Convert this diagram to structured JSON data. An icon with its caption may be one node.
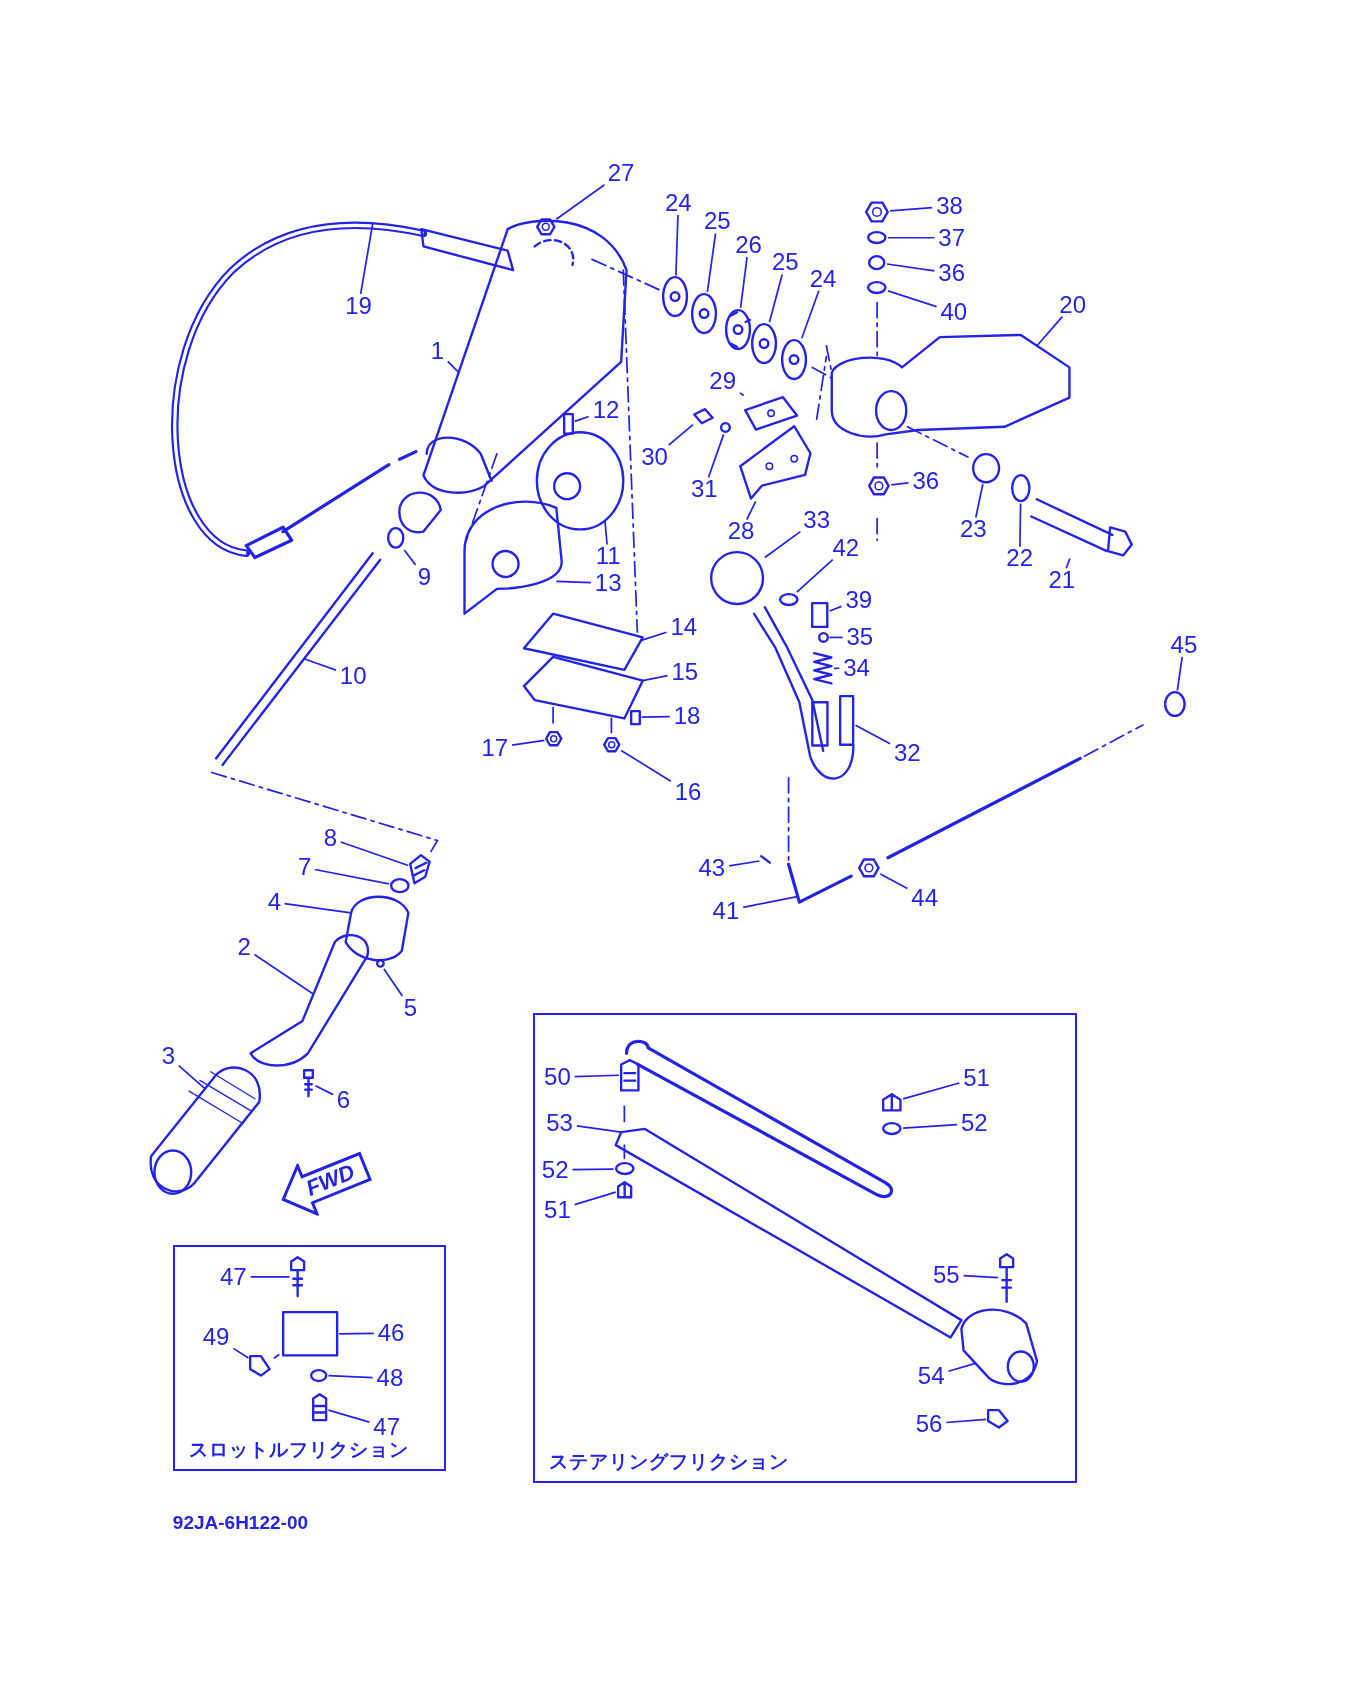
{
  "diagram": {
    "nodes": [
      {
        "text": [
          "27"
        ]
      },
      {
        "text": [
          "38"
        ]
      },
      {
        "text": [
          "24"
        ]
      },
      {
        "text": [
          "25"
        ]
      },
      {
        "text": [
          "37"
        ]
      },
      {
        "text": [
          "26"
        ]
      },
      {
        "text": [
          "25"
        ]
      },
      {
        "text": [
          "36"
        ]
      },
      {
        "text": [
          "24"
        ]
      },
      {
        "text": [
          "19"
        ]
      },
      {
        "text": [
          "20"
        ]
      },
      {
        "text": [
          "40"
        ]
      },
      {
        "text": [
          "1"
        ]
      },
      {
        "text": [
          "29"
        ]
      },
      {
        "text": [
          "12"
        ]
      },
      {
        "text": [
          "30"
        ]
      },
      {
        "text": [
          "36"
        ]
      },
      {
        "text": [
          "31"
        ]
      },
      {
        "text": [
          "28"
        ]
      },
      {
        "text": [
          "33"
        ]
      },
      {
        "text": [
          "23"
        ]
      },
      {
        "text": [
          "42"
        ]
      },
      {
        "text": [
          "11"
        ]
      },
      {
        "text": [
          "9"
        ]
      },
      {
        "text": [
          "13"
        ]
      },
      {
        "text": [
          "22"
        ]
      },
      {
        "text": [
          "21"
        ]
      },
      {
        "text": [
          "39"
        ]
      },
      {
        "text": [
          "14"
        ]
      },
      {
        "text": [
          "35"
        ]
      },
      {
        "text": [
          "45"
        ]
      },
      {
        "text": [
          "34"
        ]
      },
      {
        "text": [
          "15"
        ]
      },
      {
        "text": [
          "10"
        ]
      },
      {
        "text": [
          "18"
        ]
      },
      {
        "text": [
          "17"
        ]
      },
      {
        "text": [
          "32"
        ]
      },
      {
        "text": [
          "16"
        ]
      },
      {
        "text": [
          "8"
        ]
      },
      {
        "text": [
          "7"
        ]
      },
      {
        "text": [
          "43"
        ]
      },
      {
        "text": [
          "4"
        ]
      },
      {
        "text": [
          "41"
        ]
      },
      {
        "text": [
          "44"
        ]
      },
      {
        "text": [
          "2"
        ]
      },
      {
        "text": [
          "5"
        ]
      },
      {
        "text": [
          "ステアリングフリクション"
        ]
      },
      {
        "text": [
          "50"
        ],
        "in": 46
      },
      {
        "text": [
          "51"
        ],
        "in": 46
      },
      {
        "text": [
          "3"
        ]
      },
      {
        "text": [
          "53"
        ],
        "in": 46
      },
      {
        "text": [
          "52"
        ],
        "in": 46
      },
      {
        "text": [
          "6"
        ]
      },
      {
        "text": [
          "52"
        ],
        "in": 46
      },
      {
        "text": [
          "FWD"
        ]
      },
      {
        "text": [
          "51"
        ],
        "in": 46
      },
      {
        "text": [
          "スロットルフリクション"
        ]
      },
      {
        "text": [
          "47"
        ],
        "in": 56
      },
      {
        "text": [
          "46"
        ],
        "in": 56
      },
      {
        "text": [
          "49"
        ],
        "in": 56
      },
      {
        "text": [
          "48"
        ],
        "in": 56
      },
      {
        "text": [
          "47"
        ],
        "in": 56
      },
      {
        "text": [
          "55"
        ],
        "in": 46
      },
      {
        "text": [
          "54"
        ],
        "in": 46
      },
      {
        "text": [
          "56"
        ],
        "in": 46
      },
      {
        "text": [],
        "shape": "picture"
      },
      {
        "text": [],
        "shape": "picture"
      },
      {
        "text": [],
        "shape": "picture"
      },
      {
        "text": [],
        "shape": "picture"
      },
      {
        "text": [],
        "shape": "circle"
      },
      {
        "text": [],
        "shape": "picture"
      },
      {
        "text": [],
        "shape": "picture"
      },
      {
        "text": [],
        "shape": "circle"
      },
      {
        "text": [],
        "shape": "picture"
      },
      {
        "text": [],
        "shape": "circle"
      },
      {
        "text": [],
        "shape": "picture"
      },
      {
        "text": [],
        "shape": "box"
      },
      {
        "text": [],
        "shape": "picture"
      },
      {
        "text": [],
        "shape": "picture"
      },
      {
        "text": [],
        "shape": "circle"
      },
      {
        "text": [],
        "shape": "picture"
      },
      {
        "text": [],
        "shape": "circle"
      },
      {
        "text": [],
        "shape": "circle"
      },
      {
        "text": [],
        "shape": "circle"
      },
      {
        "text": [],
        "shape": "circle"
      },
      {
        "text": [],
        "shape": "circle"
      },
      {
        "text": [],
        "shape": "picture"
      },
      {
        "text": [],
        "shape": "box"
      },
      {
        "text": [],
        "shape": "circle"
      },
      {
        "text": [],
        "shape": "circle"
      },
      {
        "text": [],
        "shape": "picture"
      },
      {
        "text": [],
        "shape": "box"
      },
      {
        "text": [],
        "shape": "picture"
      },
      {
        "text": [],
        "shape": "box"
      },
      {
        "text": [],
        "shape": "picture"
      },
      {
        "text": [],
        "shape": "picture"
      },
      {
        "text": [],
        "shape": "circle"
      },
      {
        "text": [],
        "shape": "picture"
      },
      {
        "text": [],
        "shape": "picture"
      },
      {
        "text": [],
        "shape": "circle"
      },
      {
        "text": [],
        "shape": "picture",
        "in": 46
      },
      {
        "text": [],
        "shape": "picture",
        "in": 46
      },
      {
        "text": [],
        "shape": "circle",
        "in": 46
      },
      {
        "text": [],
        "shape": "picture"
      },
      {
        "text": [],
        "shape": "circle",
        "in": 46
      },
      {
        "text": [],
        "shape": "picture",
        "in": 46
      },
      {
        "text": [],
        "shape": "picture",
        "in": 56
      },
      {
        "text": [],
        "shape": "box",
        "in": 56
      },
      {
        "text": [],
        "shape": "picture",
        "in": 56
      },
      {
        "text": [],
        "shape": "circle",
        "in": 56
      },
      {
        "text": [],
        "shape": "picture",
        "in": 56
      },
      {
        "text": [],
        "shape": "picture",
        "in": 46
      },
      {
        "text": [],
        "shape": "picture",
        "in": 46
      }
    ],
    "edges": [
      {
        "from": 0,
        "to": 65,
        "arrow": "none"
      },
      {
        "from": 1,
        "to": 66,
        "arrow": "none"
      },
      {
        "from": 2,
        "to": 67,
        "arrow": "none"
      },
      {
        "from": 3,
        "to": 68,
        "arrow": "none"
      },
      {
        "from": 4,
        "to": 69,
        "arrow": "none"
      },
      {
        "from": 5,
        "to": 70,
        "arrow": "none"
      },
      {
        "from": 6,
        "to": 71,
        "arrow": "none"
      },
      {
        "from": 7,
        "to": 72,
        "arrow": "none"
      },
      {
        "from": 8,
        "to": 73,
        "arrow": "none"
      },
      {
        "from": 9,
        "to": null,
        "arrow": "none"
      },
      {
        "from": 10,
        "to": null,
        "arrow": "none"
      },
      {
        "from": 11,
        "to": 74,
        "arrow": "none"
      },
      {
        "from": 12,
        "to": null,
        "arrow": "none"
      },
      {
        "from": 13,
        "to": 75,
        "arrow": "none"
      },
      {
        "from": 14,
        "to": 76,
        "arrow": "none"
      },
      {
        "from": 15,
        "to": 77,
        "arrow": "none"
      },
      {
        "from": 16,
        "to": 78,
        "arrow": "none"
      },
      {
        "from": 17,
        "to": 79,
        "arrow": "none"
      },
      {
        "from": 18,
        "to": 80,
        "arrow": "none"
      },
      {
        "from": 19,
        "to": 81,
        "arrow": "none"
      },
      {
        "from": 20,
        "to": 82,
        "arrow": "none"
      },
      {
        "from": 21,
        "to": 83,
        "arrow": "none"
      },
      {
        "from": 22,
        "to": null,
        "arrow": "none"
      },
      {
        "from": 23,
        "to": 84,
        "arrow": "none"
      },
      {
        "from": 24,
        "to": null,
        "arrow": "none"
      },
      {
        "from": 25,
        "to": 85,
        "arrow": "none"
      },
      {
        "from": 26,
        "to": 86,
        "arrow": "none"
      },
      {
        "from": 27,
        "to": 87,
        "arrow": "none"
      },
      {
        "from": 28,
        "to": null,
        "arrow": "none"
      },
      {
        "from": 29,
        "to": 88,
        "arrow": "none"
      },
      {
        "from": 30,
        "to": 89,
        "arrow": "none"
      },
      {
        "from": 31,
        "to": 90,
        "arrow": "none"
      },
      {
        "from": 32,
        "to": null,
        "arrow": "none"
      },
      {
        "from": 33,
        "to": null,
        "arrow": "none"
      },
      {
        "from": 34,
        "to": 91,
        "arrow": "none"
      },
      {
        "from": 35,
        "to": 92,
        "arrow": "none"
      },
      {
        "from": 36,
        "to": 93,
        "arrow": "none"
      },
      {
        "from": 37,
        "to": 94,
        "arrow": "none"
      },
      {
        "from": 38,
        "to": 95,
        "arrow": "none"
      },
      {
        "from": 39,
        "to": 96,
        "arrow": "none"
      },
      {
        "from": 40,
        "to": 97,
        "arrow": "none"
      },
      {
        "from": 41,
        "to": null,
        "arrow": "none"
      },
      {
        "from": 42,
        "to": null,
        "arrow": "none"
      },
      {
        "from": 43,
        "to": 98,
        "arrow": "none"
      },
      {
        "from": 44,
        "to": null,
        "arrow": "none"
      },
      {
        "from": 45,
        "to": 99,
        "arrow": "none"
      },
      {
        "from": 47,
        "to": 100,
        "arrow": "none"
      },
      {
        "from": 48,
        "to": 101,
        "arrow": "none"
      },
      {
        "from": 49,
        "to": null,
        "arrow": "none"
      },
      {
        "from": 50,
        "to": null,
        "arrow": "none"
      },
      {
        "from": 51,
        "to": 102,
        "arrow": "none"
      },
      {
        "from": 52,
        "to": 103,
        "arrow": "none"
      },
      {
        "from": 53,
        "to": 104,
        "arrow": "none"
      },
      {
        "from": 55,
        "to": 105,
        "arrow": "none"
      },
      {
        "from": 57,
        "to": 106,
        "arrow": "none"
      },
      {
        "from": 58,
        "to": 107,
        "arrow": "none"
      },
      {
        "from": 59,
        "to": 108,
        "arrow": "none"
      },
      {
        "from": 60,
        "to": 109,
        "arrow": "none"
      },
      {
        "from": 61,
        "to": 110,
        "arrow": "none"
      },
      {
        "from": 62,
        "to": 111,
        "arrow": "none"
      },
      {
        "from": 63,
        "to": null,
        "arrow": "none"
      },
      {
        "from": 64,
        "to": 112,
        "arrow": "none"
      }
    ],
    "labels": [
      "92JA-6H122-00"
    ]
  }
}
